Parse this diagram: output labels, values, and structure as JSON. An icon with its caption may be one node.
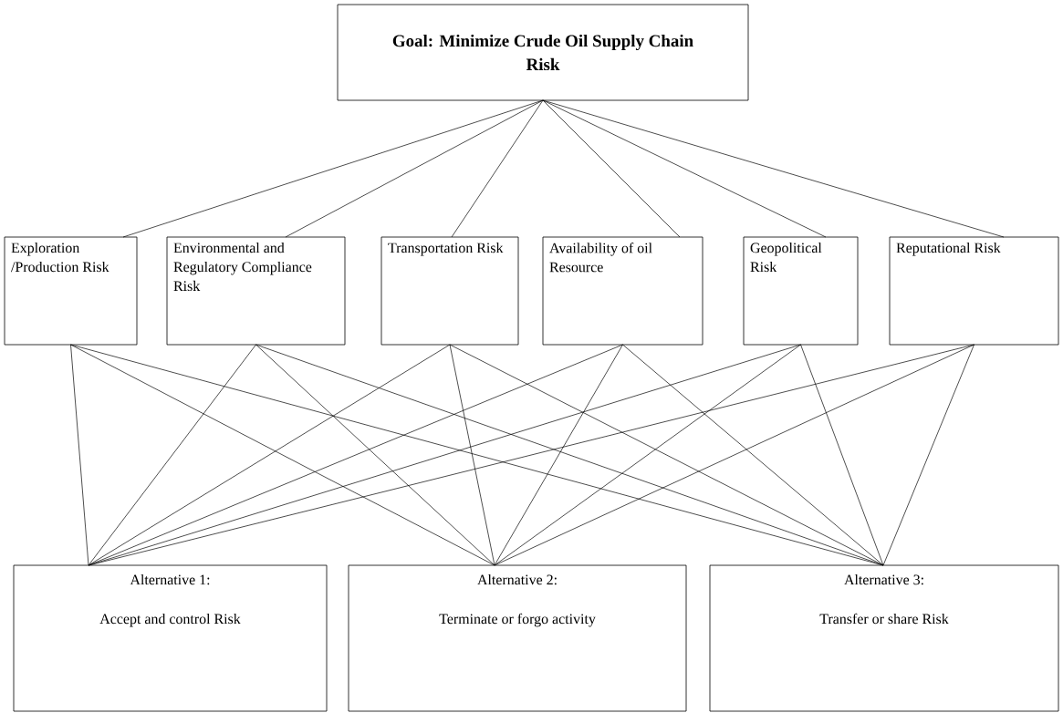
{
  "diagram": {
    "nodes": [
      {
        "text": [
          "Goal: Minimize Crude Oil Supply Chain Risk"
        ]
      },
      {
        "text": [
          "Exploration /Production Risk"
        ]
      },
      {
        "text": [
          "Environmental and Regulatory Compliance Risk"
        ]
      },
      {
        "text": [
          "Transportation Risk"
        ]
      },
      {
        "text": [
          "Availability of oil Resource"
        ]
      },
      {
        "text": [
          "Geopolitical Risk"
        ]
      },
      {
        "text": [
          "Reputational Risk"
        ]
      },
      {
        "text": [
          "Alternative 1:",
          "Accept and control Risk"
        ]
      },
      {
        "text": [
          "Alternative 2:",
          "Terminate or forgo activity"
        ]
      },
      {
        "text": [
          "Alternative 3:",
          "Transfer or share Risk"
        ]
      }
    ],
    "edges": [
      {
        "from": 0,
        "to": 1,
        "arrow": "none"
      },
      {
        "from": 0,
        "to": 2,
        "arrow": "none"
      },
      {
        "from": 0,
        "to": 3,
        "arrow": "none"
      },
      {
        "from": 0,
        "to": 4,
        "arrow": "none"
      },
      {
        "from": 0,
        "to": 5,
        "arrow": "none"
      },
      {
        "from": 0,
        "to": 6,
        "arrow": "none"
      },
      {
        "from": 1,
        "to": 7,
        "arrow": "none"
      },
      {
        "from": 1,
        "to": 8,
        "arrow": "none"
      },
      {
        "from": 1,
        "to": 9,
        "arrow": "none"
      },
      {
        "from": 2,
        "to": 7,
        "arrow": "none"
      },
      {
        "from": 2,
        "to": 8,
        "arrow": "none"
      },
      {
        "from": 2,
        "to": 9,
        "arrow": "none"
      },
      {
        "from": 3,
        "to": 7,
        "arrow": "none"
      },
      {
        "from": 3,
        "to": 8,
        "arrow": "none"
      },
      {
        "from": 3,
        "to": 9,
        "arrow": "none"
      },
      {
        "from": 4,
        "to": 7,
        "arrow": "none"
      },
      {
        "from": 4,
        "to": 8,
        "arrow": "none"
      },
      {
        "from": 4,
        "to": 9,
        "arrow": "none"
      },
      {
        "from": 5,
        "to": 7,
        "arrow": "none"
      },
      {
        "from": 5,
        "to": 8,
        "arrow": "none"
      },
      {
        "from": 5,
        "to": 9,
        "arrow": "none"
      },
      {
        "from": 6,
        "to": 7,
        "arrow": "none"
      },
      {
        "from": 6,
        "to": 8,
        "arrow": "none"
      },
      {
        "from": 6,
        "to": 9,
        "arrow": "none"
      }
    ]
  }
}
